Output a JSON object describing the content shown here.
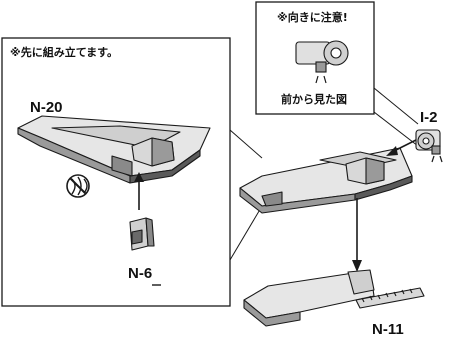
{
  "inset_panel": {
    "note": "※先に組み立てます。",
    "part_main": "N-20",
    "part_pin": "N-6",
    "no_glue_icon": "no-glue-icon"
  },
  "orientation_box": {
    "note": "※向きに注意!",
    "caption": "前から見た図"
  },
  "parts": {
    "connector": "I-2",
    "base": "N-11"
  },
  "colors": {
    "line": "#1a1a1a",
    "part_fill": "#e6e6e6",
    "part_shade": "#9a9a9a",
    "part_dark": "#5a5a5a"
  }
}
